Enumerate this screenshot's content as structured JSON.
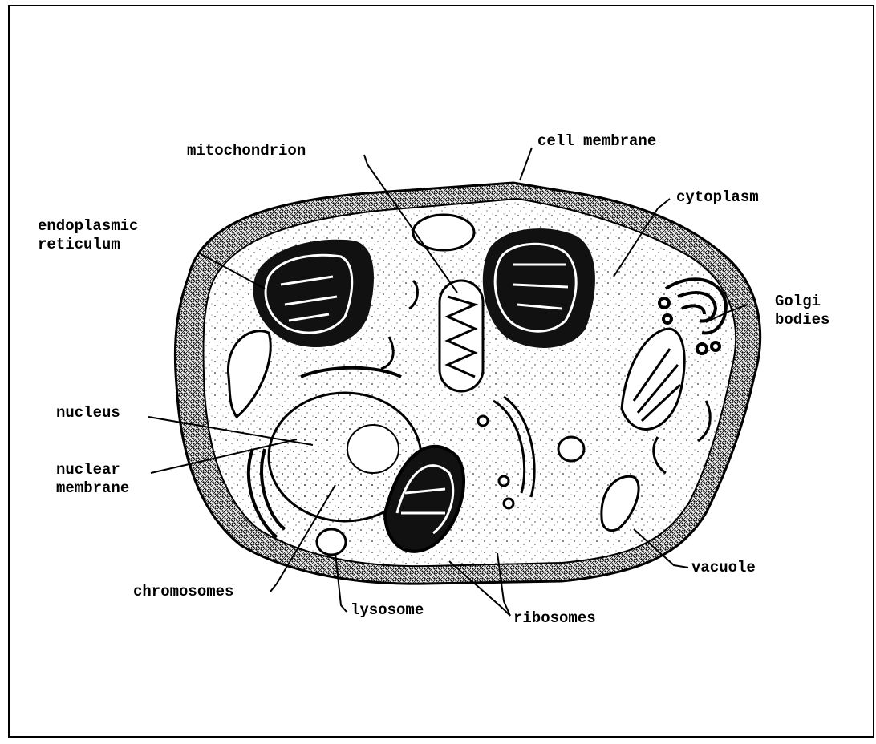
{
  "diagram": {
    "labels": {
      "mitochondrion": "mitochondrion",
      "cell_membrane": "cell membrane",
      "cytoplasm": "cytoplasm",
      "endoplasmic_1": "endoplasmic",
      "endoplasmic_2": "reticulum",
      "golgi_1": "Golgi",
      "golgi_2": "bodies",
      "nucleus": "nucleus",
      "nuclear_1": "nuclear",
      "nuclear_2": "membrane",
      "vacuole": "vacuole",
      "chromosomes": "chromosomes",
      "lysosome": "lysosome",
      "ribosomes": "ribosomes"
    },
    "colors": {
      "ink": "#000000",
      "paper": "#ffffff"
    }
  }
}
